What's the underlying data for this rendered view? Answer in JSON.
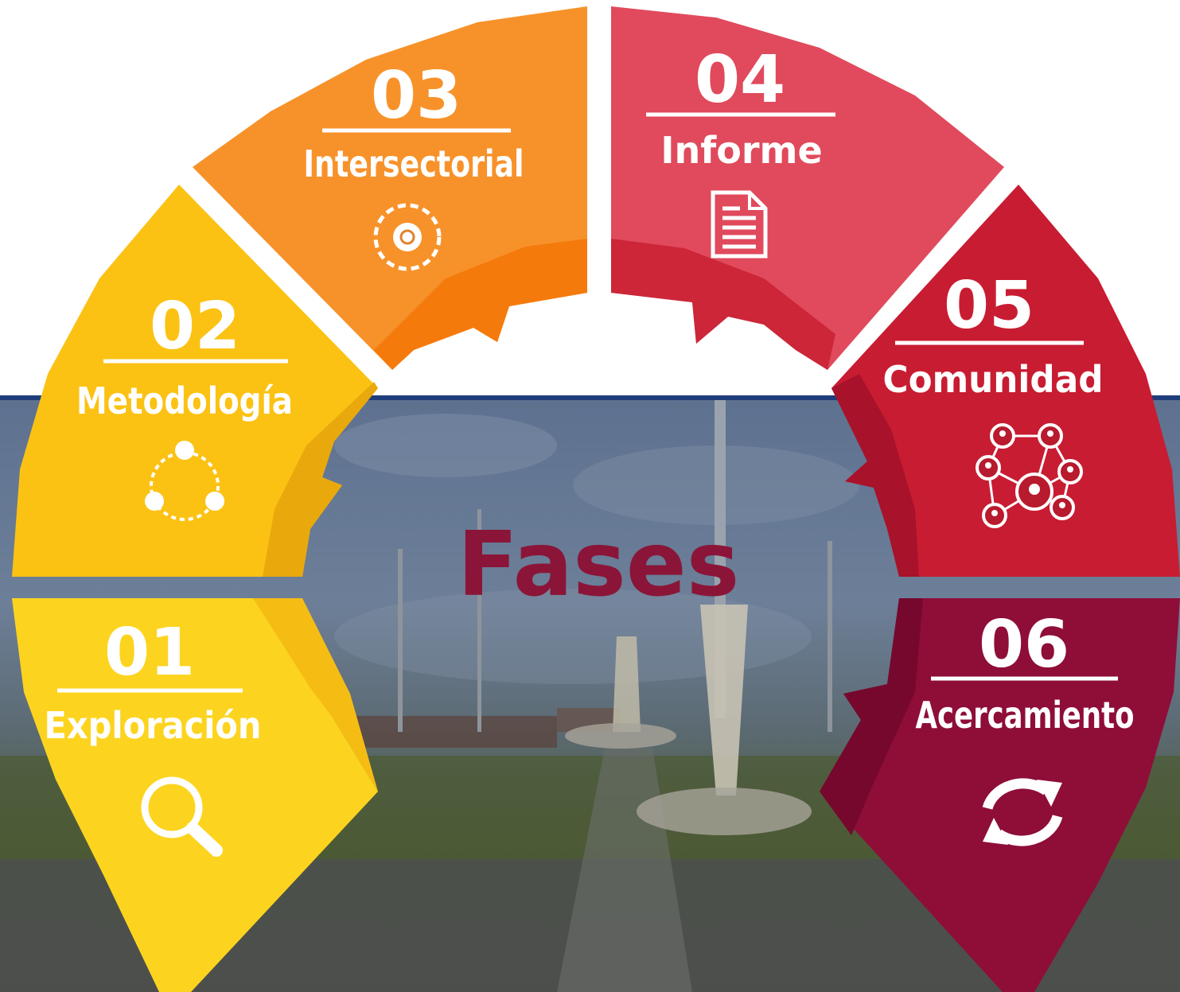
{
  "title": "Fases",
  "colors": {
    "title": "#8b1538",
    "band": "#1f3d7a",
    "photo_overlay": "#4a5a70"
  },
  "phases": [
    {
      "number": "01",
      "label": "Exploración",
      "icon": "magnifier-icon",
      "color": "#fcd41f",
      "shade": "#f5bd14"
    },
    {
      "number": "02",
      "label": "Metodología",
      "icon": "cycle-nodes-icon",
      "color": "#fbc214",
      "shade": "#e9a90d"
    },
    {
      "number": "03",
      "label": "Intersectorial",
      "icon": "intersector-cycle-icon",
      "color": "#f7922a",
      "shade": "#f57a0c"
    },
    {
      "number": "04",
      "label": "Informe",
      "icon": "document-icon",
      "color": "#e04a5c",
      "shade": "#cc2638"
    },
    {
      "number": "05",
      "label": "Comunidad",
      "icon": "network-people-icon",
      "color": "#c81c32",
      "shade": "#a8122a"
    },
    {
      "number": "06",
      "label": "Acercamiento",
      "icon": "refresh-icon",
      "color": "#8e0e38",
      "shade": "#76082e"
    }
  ]
}
